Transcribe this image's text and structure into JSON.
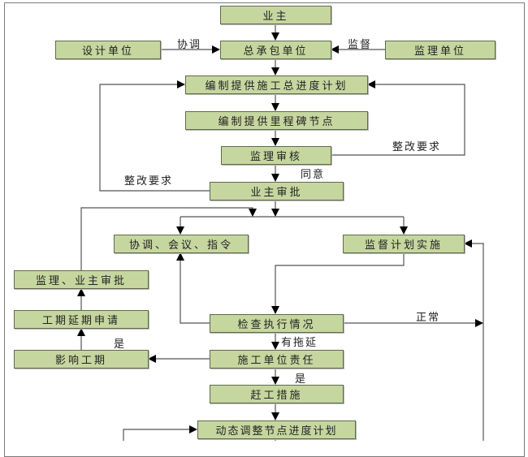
{
  "diagram": {
    "type": "flowchart",
    "nodes": {
      "owner": "业主",
      "design_unit": "设计单位",
      "general_contractor": "总承包单位",
      "supervision_unit": "监理单位",
      "master_schedule": "编制提供施工总进度计划",
      "milestones": "编制提供里程碑节点",
      "supervision_review": "监理审核",
      "owner_approval": "业主审批",
      "coordination": "协调、会议、指令",
      "supervise_implementation": "监督计划实施",
      "supervision_owner_approval": "监理、业主审批",
      "extension_request": "工期延期申请",
      "check_execution": "检查执行情况",
      "affect_duration": "影响工期",
      "contractor_responsibility": "施工单位责任",
      "catch_up_measures": "赶工措施",
      "dynamic_adjust": "动态调整节点进度计划"
    },
    "edge_labels": {
      "coordinate": "协调",
      "supervise": "监督",
      "rectify_right": "整改要求",
      "rectify_left": "整改要求",
      "agree": "同意",
      "normal": "正常",
      "delayed": "有拖延",
      "yes_left": "是",
      "yes_down": "是"
    },
    "colors": {
      "box_fill": "#c6d69f",
      "box_border": "#5f6b4a",
      "line": "#555555",
      "arrow": "#000000"
    }
  }
}
